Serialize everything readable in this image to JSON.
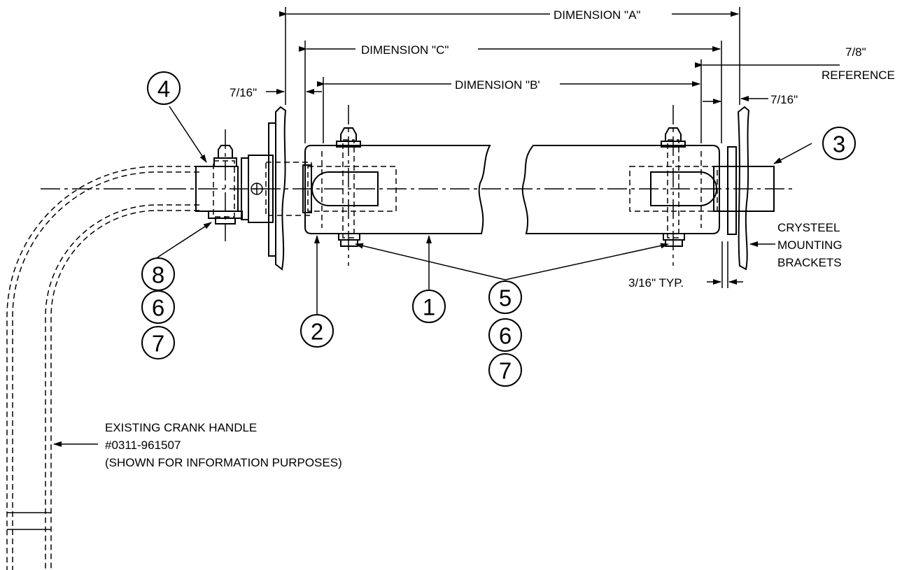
{
  "dimensions": {
    "a": "DIMENSION \"A\"",
    "c": "DIMENSION \"C\"",
    "b": "DIMENSION \"B'",
    "ref_value": "7/8\"",
    "ref_label": "REFERENCE",
    "left_gap": "7/16\"",
    "right_gap": "7/16\"",
    "typ": "3/16\" TYP."
  },
  "notes": {
    "brackets": [
      "CRYSTEEL",
      "MOUNTING",
      "BRACKETS"
    ],
    "crank": [
      "EXISTING CRANK HANDLE",
      "#0311-961507",
      "(SHOWN FOR INFORMATION PURPOSES)"
    ]
  },
  "balloons": {
    "b1": "1",
    "b2": "2",
    "b3": "3",
    "b4": "4",
    "b5": "5",
    "b6a": "6",
    "b7a": "7",
    "b8": "8",
    "b6b": "6",
    "b7b": "7"
  }
}
